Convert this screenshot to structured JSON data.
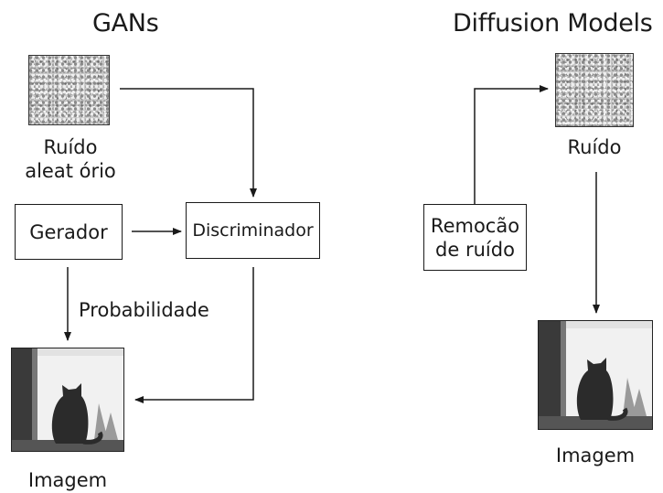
{
  "gans": {
    "title": "GANs",
    "noise_label_line1": "Ruído",
    "noise_label_line2": "aleat ório",
    "generator": "Gerador",
    "discriminator": "Discriminador",
    "probability": "Probabilidade",
    "image_label": "Imagem"
  },
  "diffusion": {
    "title": "Diffusion Models",
    "noise_label": "Ruído",
    "denoise_line1": "Remocão",
    "denoise_line2": "de ruído",
    "image_label": "Imagem"
  },
  "colors": {
    "ink": "#1a1a1a",
    "noise_base": "#c9c9c9"
  }
}
